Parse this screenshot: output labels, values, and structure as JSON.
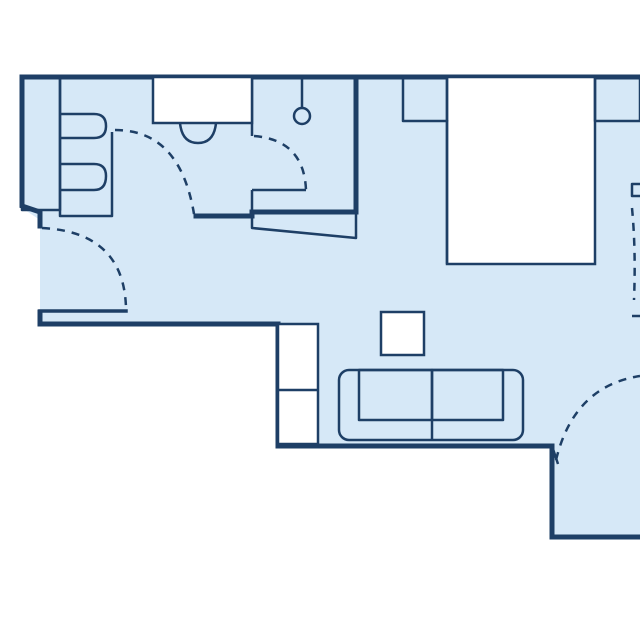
{
  "diagram": {
    "type": "floor-plan",
    "colors": {
      "floor": "#d6e8f7",
      "wall": "#1e3f66",
      "background": "#ffffff"
    },
    "rooms": [
      "bathroom",
      "hallway",
      "bedroom",
      "living-area",
      "entrance"
    ],
    "furniture": [
      "wardrobe",
      "washing-machine",
      "dryer",
      "vanity-sink",
      "shower",
      "double-bed",
      "nightstand",
      "nightstand",
      "coffee-table",
      "sofa",
      "tv-cabinet"
    ],
    "doors": 4
  }
}
